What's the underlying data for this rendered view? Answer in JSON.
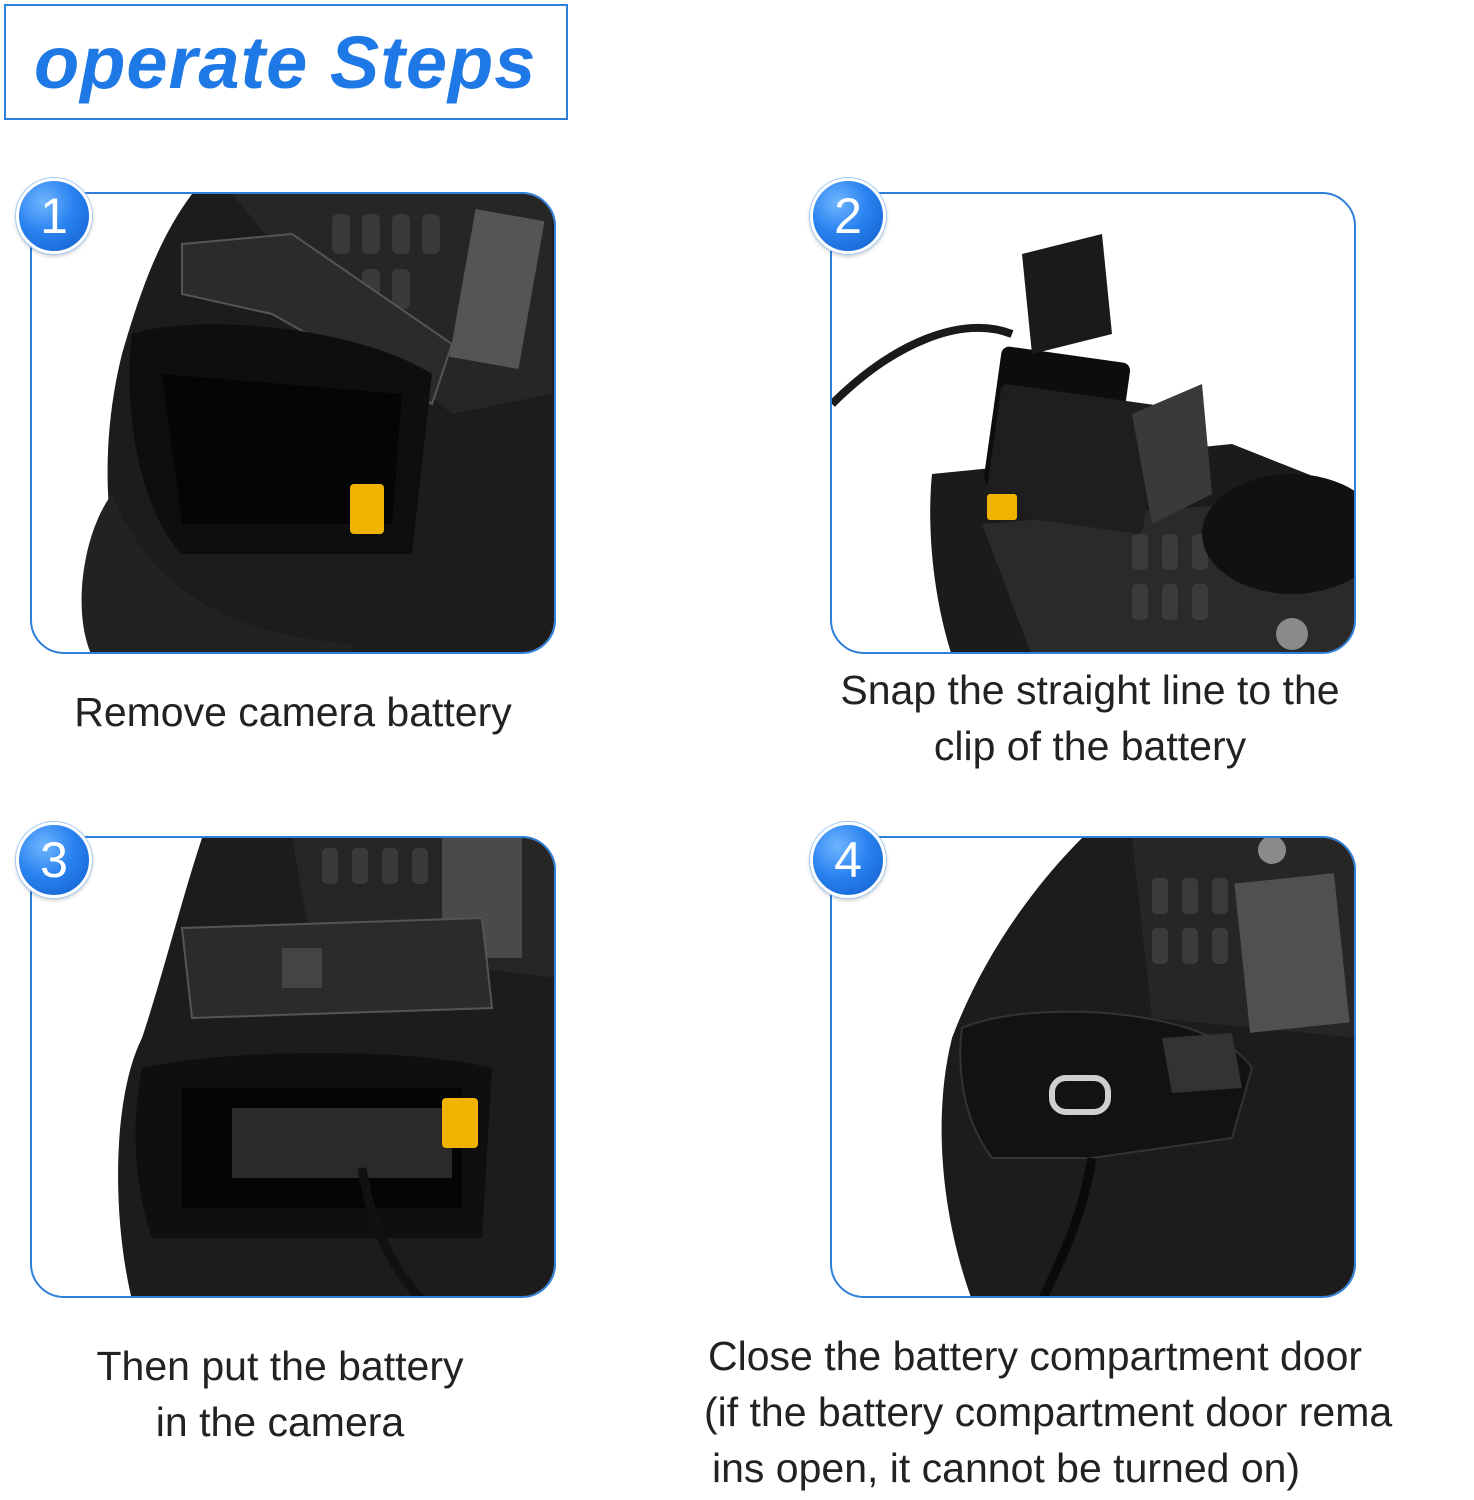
{
  "header": {
    "title": "operate Steps"
  },
  "steps": [
    {
      "number": "1",
      "caption_lines": [
        "Remove camera battery"
      ]
    },
    {
      "number": "2",
      "caption_lines": [
        "Snap the straight line to the",
        "clip of the battery"
      ]
    },
    {
      "number": "3",
      "caption_lines": [
        "Then put the battery",
        "in the camera"
      ]
    },
    {
      "number": "4",
      "caption_lines": [
        "Close the battery compartment door",
        "(if the battery compartment door rema",
        "ins open, it cannot be turned on)"
      ]
    }
  ],
  "colors": {
    "accent_blue": "#1e78e6",
    "frame_border": "#2f7fd8",
    "camera_body": "#1b1b1b",
    "latch_yellow": "#f0b400"
  }
}
